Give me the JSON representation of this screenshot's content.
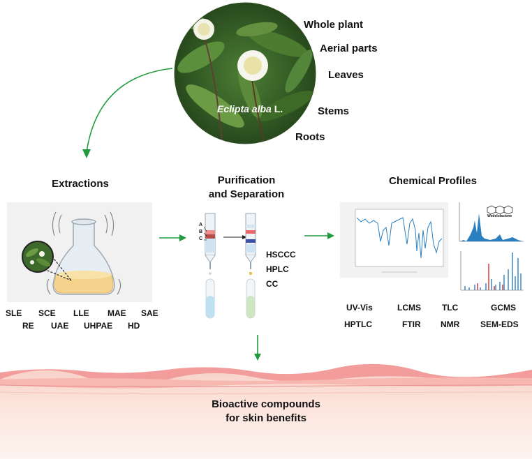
{
  "plant": {
    "name_italic": "Eclipta alba",
    "name_suffix": " L.",
    "parts": [
      "Whole plant",
      "Aerial parts",
      "Leaves",
      "Stems",
      "Roots"
    ]
  },
  "sections": {
    "extractions": "Extractions",
    "purification_line1": "Purification",
    "purification_line2": "and Separation",
    "profiles": "Chemical Profiles"
  },
  "extraction_methods": [
    "SLE",
    "SCE",
    "LLE",
    "MAE",
    "SAE",
    "RE",
    "UAE",
    "UHPAE",
    "HD"
  ],
  "column_labels": [
    "A",
    "B",
    "C"
  ],
  "separation_methods": [
    "HSCCC",
    "HPLC",
    "CC"
  ],
  "profile_methods": [
    "UV-Vis",
    "LCMS",
    "TLC",
    "GCMS",
    "HPTLC",
    "FTIR",
    "NMR",
    "SEM-EDS"
  ],
  "structure_name": "Wedelolactone",
  "bottom": {
    "line1": "Bioactive compounds",
    "line2": "for skin benefits"
  },
  "colors": {
    "arrow_green": "#1e9a3c",
    "skin_top": "#f2a5a5",
    "skin_bottom": "#fdf0ec",
    "spectrum_blue": "#2a7fc1",
    "spectrum_red": "#e04545",
    "leaf_green": "#3c6a2a"
  }
}
